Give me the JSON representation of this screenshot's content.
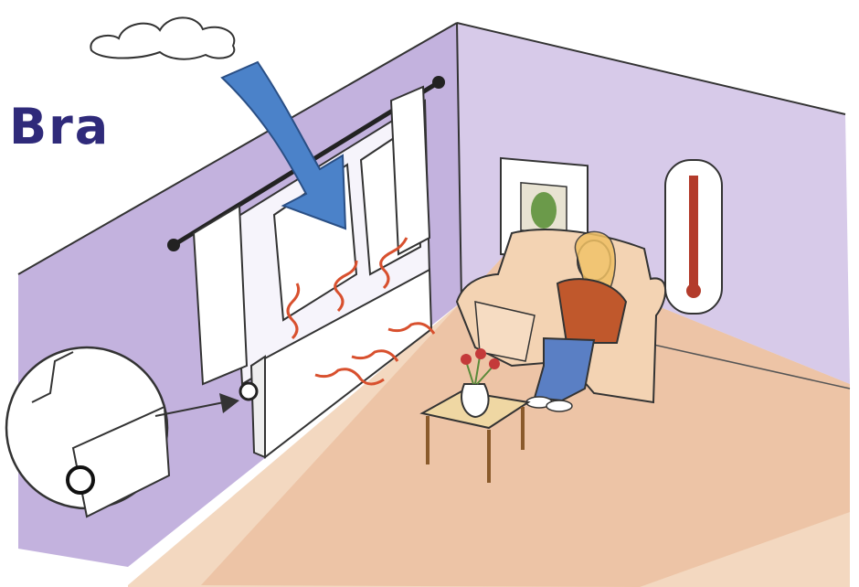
{
  "illustration": {
    "label_text": "Bra",
    "colors": {
      "label": "#2f2a7a",
      "wall": "#9b86c4",
      "floor": "#e7b48f",
      "cold_air": "#4b82c9",
      "heat_waves": "#d8502e",
      "armchair": "#f3d3b3",
      "thermometer_fill": "#b33b2b"
    },
    "elements": [
      "cloud",
      "cold-air-arrow",
      "window",
      "curtains",
      "radiator",
      "heat-waves",
      "armchair",
      "person",
      "side-table",
      "flower-vase",
      "framed-picture",
      "thermometer",
      "thermostat-zoom-inset"
    ]
  }
}
